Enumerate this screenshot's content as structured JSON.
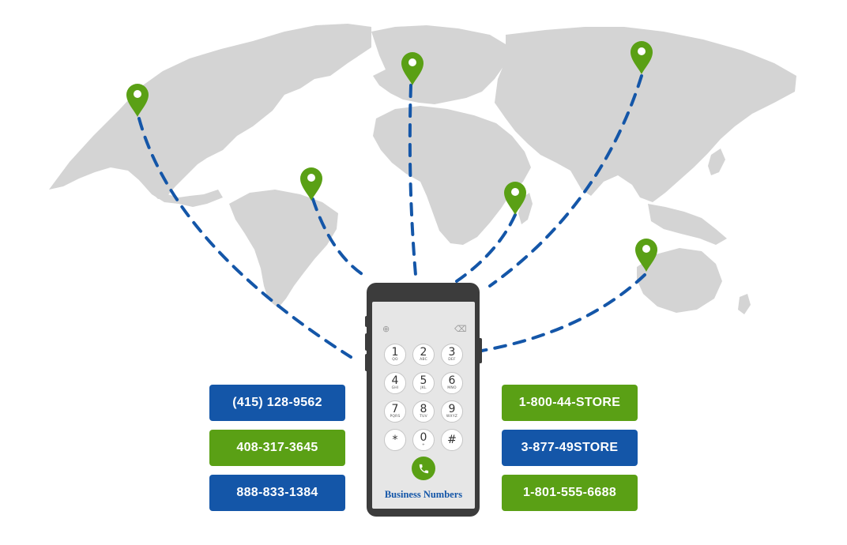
{
  "colors": {
    "accent_blue": "#1456a8",
    "accent_green": "#5aa015",
    "land": "#d4d4d4",
    "phone_body": "#3c3c3c"
  },
  "map": {
    "pins": [
      {
        "name": "north-america",
        "icon": "location-pin-icon"
      },
      {
        "name": "south-america",
        "icon": "location-pin-icon"
      },
      {
        "name": "europe",
        "icon": "location-pin-icon"
      },
      {
        "name": "east-africa",
        "icon": "location-pin-icon"
      },
      {
        "name": "russia",
        "icon": "location-pin-icon"
      },
      {
        "name": "australia",
        "icon": "location-pin-icon"
      }
    ]
  },
  "phone": {
    "title": "Business Numbers",
    "top_left_icon": "add-contact-icon",
    "top_right_icon": "backspace-icon",
    "call_icon": "phone-icon",
    "keys": [
      {
        "digit": "1",
        "sub": "QO"
      },
      {
        "digit": "2",
        "sub": "ABC"
      },
      {
        "digit": "3",
        "sub": "DEF"
      },
      {
        "digit": "4",
        "sub": "GHI"
      },
      {
        "digit": "5",
        "sub": "JKL"
      },
      {
        "digit": "6",
        "sub": "MNO"
      },
      {
        "digit": "7",
        "sub": "PQRS"
      },
      {
        "digit": "8",
        "sub": "TUV"
      },
      {
        "digit": "9",
        "sub": "WXYZ"
      },
      {
        "digit": "*",
        "sub": ""
      },
      {
        "digit": "0",
        "sub": "+"
      },
      {
        "digit": "#",
        "sub": ""
      }
    ]
  },
  "numbers_left": [
    {
      "label": "(415) 128-9562",
      "color": "blue"
    },
    {
      "label": "408-317-3645",
      "color": "green"
    },
    {
      "label": "888-833-1384",
      "color": "blue"
    }
  ],
  "numbers_right": [
    {
      "label": "1-800-44-STORE",
      "color": "green"
    },
    {
      "label": "3-877-49STORE",
      "color": "blue"
    },
    {
      "label": "1-801-555-6688",
      "color": "green"
    }
  ]
}
